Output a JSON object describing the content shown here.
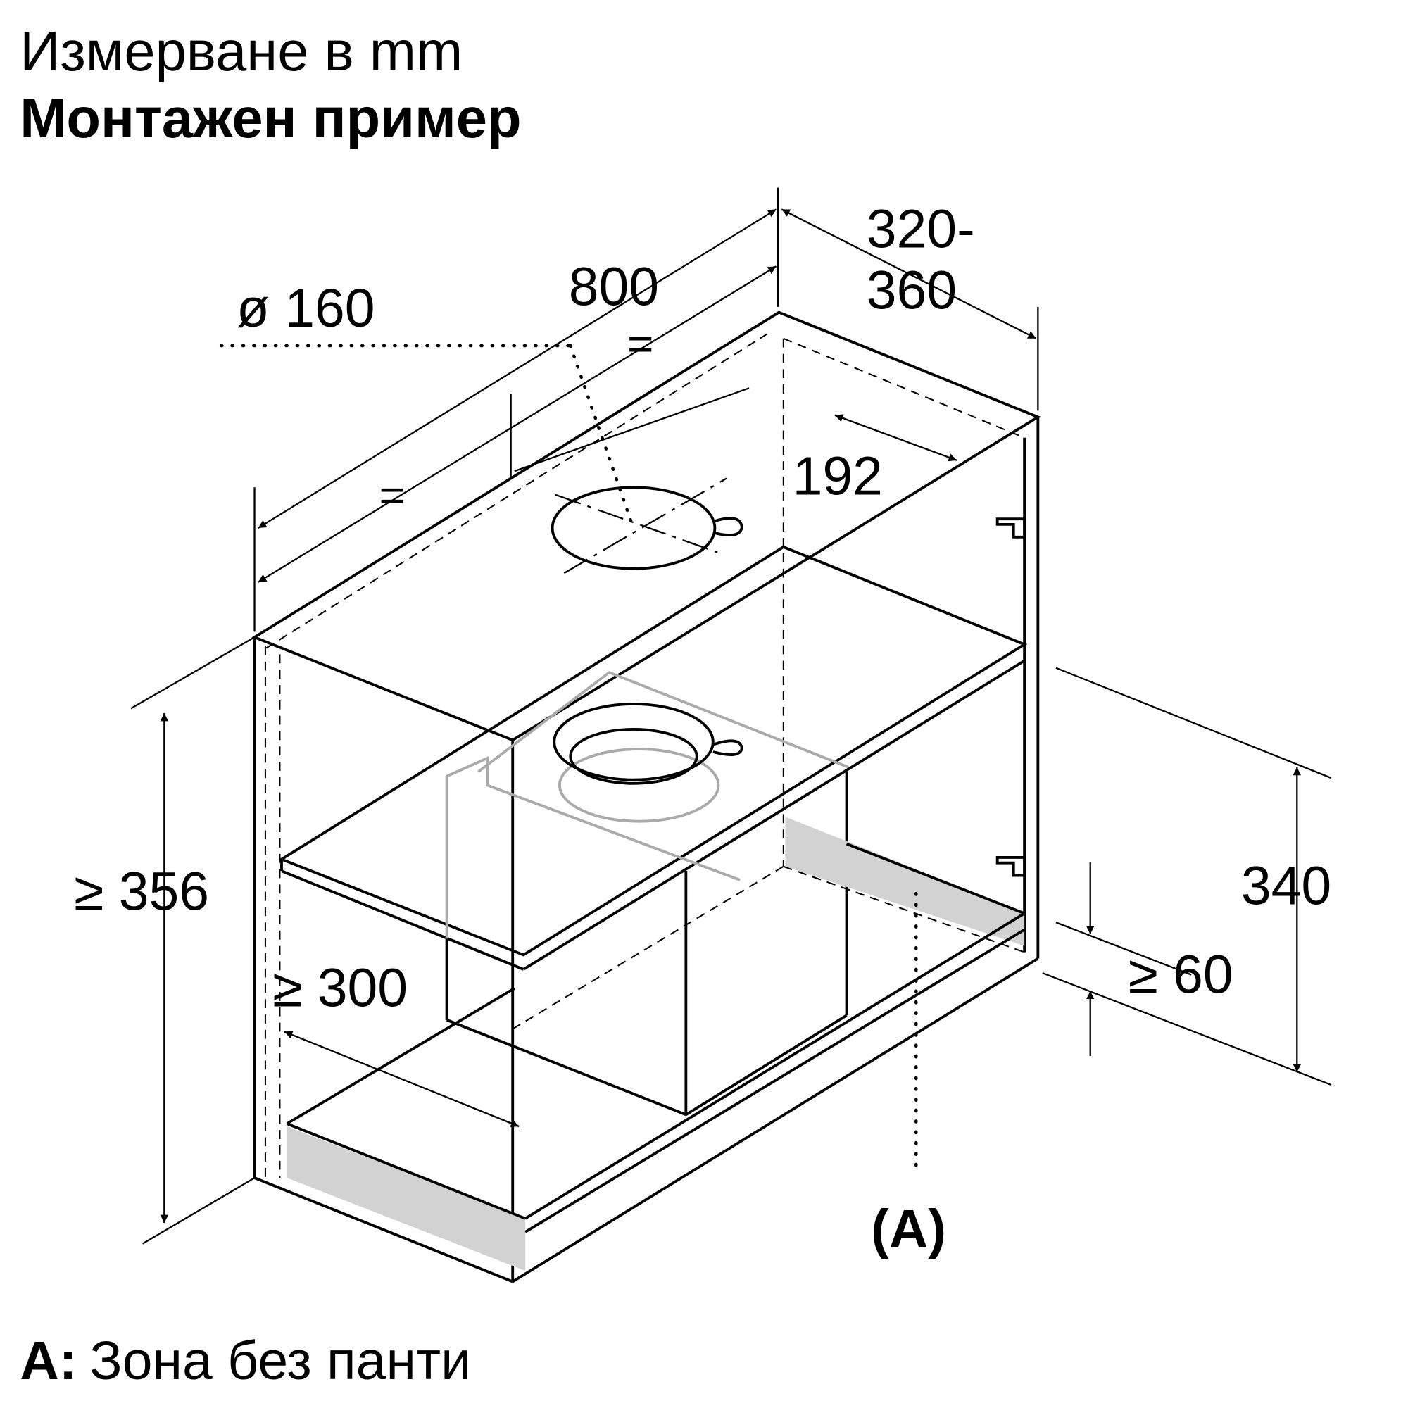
{
  "title_line1": "Измерване в mm",
  "title_line2": "Монтажен пример",
  "dimensions": {
    "diameter": "ø 160",
    "width": "800",
    "equal_top": "=",
    "equal_left": "=",
    "depth_line1": "320-",
    "depth_line2": "360",
    "offset": "192",
    "height_cabinet": "≥ 356",
    "height_hood": "340",
    "clearance_bottom": "≥ 60",
    "inner_width": "≥ 300"
  },
  "zone_marker": "(A)",
  "legend": {
    "key": "A:",
    "text": "Зона без панти"
  }
}
